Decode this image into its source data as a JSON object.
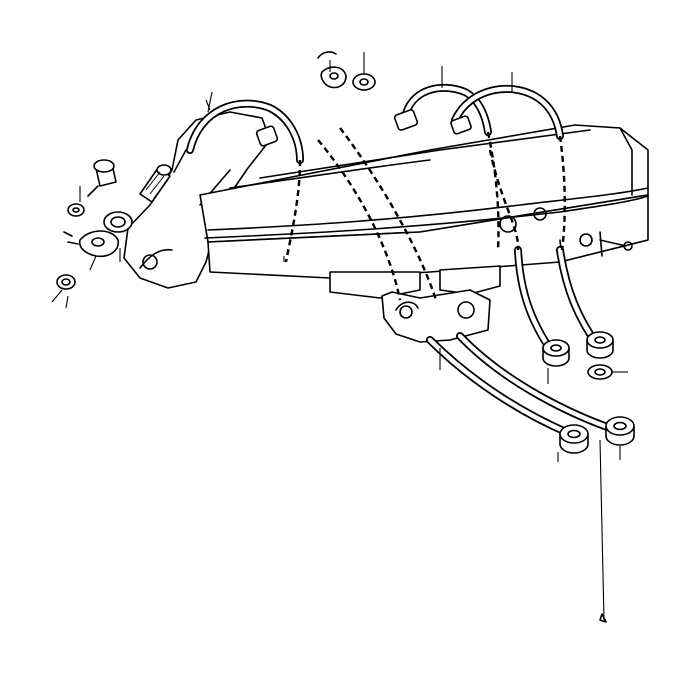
{
  "diagram": {
    "kind": "exploded parts illustration",
    "colors": {
      "ink": "#000000",
      "paper": "#ffffff"
    },
    "parts": [
      "intake-manifold",
      "valve-cover",
      "vacuum-hose",
      "hose-clamp",
      "washer",
      "bolt",
      "stud",
      "gasket",
      "nut",
      "rubber-grommet"
    ]
  }
}
